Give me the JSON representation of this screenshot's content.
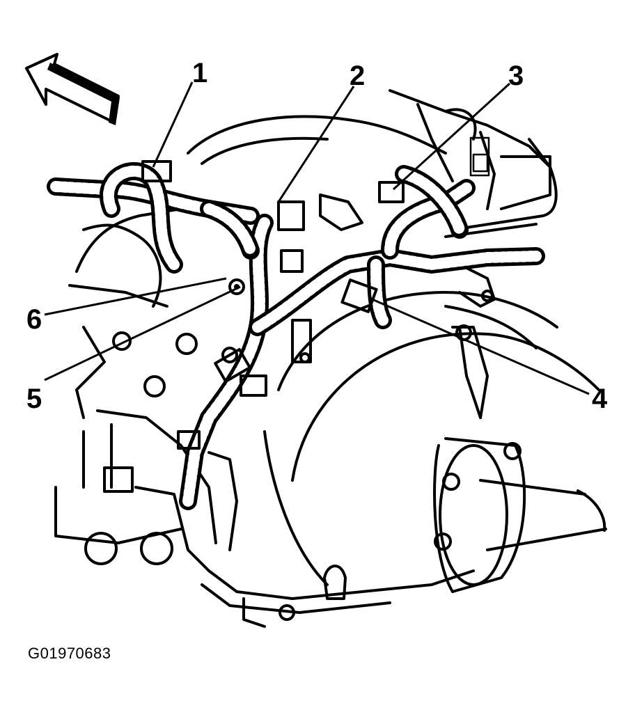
{
  "figure": {
    "figure_id": "G01970683",
    "callouts": [
      {
        "number": "1"
      },
      {
        "number": "2"
      },
      {
        "number": "3"
      },
      {
        "number": "4"
      },
      {
        "number": "5"
      },
      {
        "number": "6"
      }
    ]
  },
  "icons": {
    "direction_arrow": "forward-direction-arrow-icon"
  }
}
